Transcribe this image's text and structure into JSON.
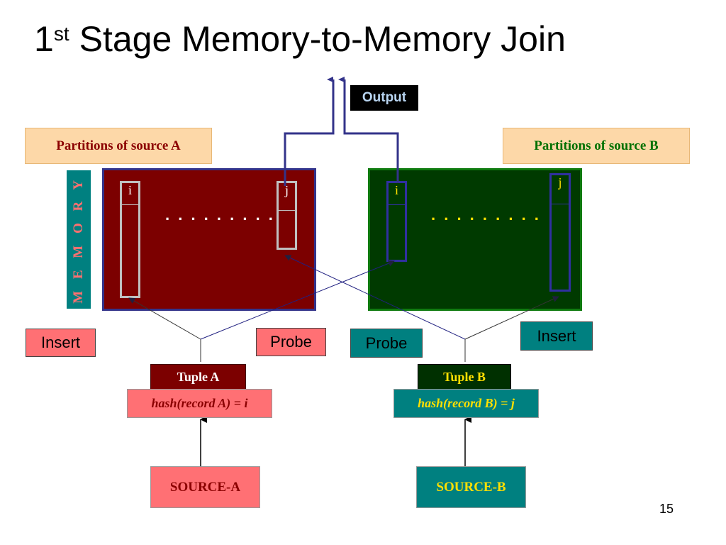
{
  "title": {
    "number": "1",
    "suffix": "st",
    "text": "Stage Memory-to-Memory Join"
  },
  "output_label": "Output",
  "partitions": {
    "a": "Partitions of source A",
    "b": "Partitions of source B"
  },
  "memory_label": "M E M O R Y",
  "memory_a": {
    "bucket_i": "i",
    "bucket_j": "j",
    "dots": ". . . . . . . . ."
  },
  "memory_b": {
    "bucket_i": "i",
    "bucket_j": "j",
    "dots": ". . . . . . . . ."
  },
  "actions": {
    "insert_a": "Insert",
    "probe_a": "Probe",
    "probe_b": "Probe",
    "insert_b": "Insert"
  },
  "tuples": {
    "a": "Tuple A",
    "b": "Tuple B"
  },
  "hashes": {
    "a": "hash(record A) = i",
    "b": "hash(record B) = j"
  },
  "sources": {
    "a": "SOURCE-A",
    "b": "SOURCE-B"
  },
  "page_number": "15",
  "colors": {
    "source_a_dark": "#7c0000",
    "source_a_light": "#ff7074",
    "source_b_dark": "#003a00",
    "source_b_light": "#008080",
    "partition_bg": "#fdd8a8",
    "output_bg": "#000000",
    "arrow_blue": "#33338a"
  }
}
